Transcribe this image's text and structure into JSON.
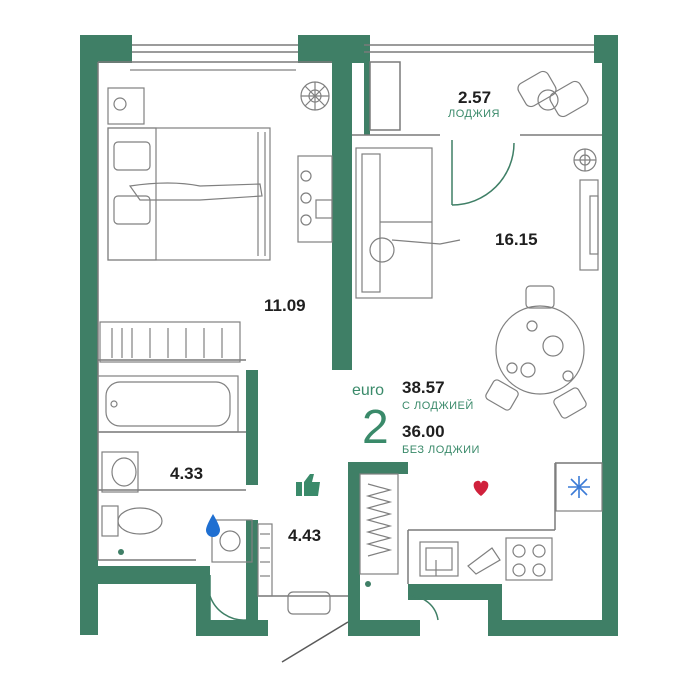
{
  "rooms": {
    "bedroom": "11.09",
    "living_kitchen": "16.15",
    "loggia": "2.57",
    "loggia_label": "ЛОДЖИЯ",
    "bathroom": "4.33",
    "hall": "4.43"
  },
  "summary": {
    "type_label": "euro",
    "rooms_count": "2",
    "area_with_loggia": "38.57",
    "with_loggia_label": "С ЛОДЖИЕЙ",
    "area_without_loggia": "36.00",
    "without_loggia_label": "БЕЗ ЛОДЖИИ"
  },
  "colors": {
    "wall": "#3f7f66",
    "accent": "#3a8a6a",
    "heart": "#d0213c",
    "snow": "#3b7bd6",
    "drop": "#1f6fd1",
    "line": "#7a7a7a"
  },
  "icons": [
    "thumbs-up-icon",
    "heart-icon",
    "snowflake-icon",
    "water-drop-icon"
  ]
}
